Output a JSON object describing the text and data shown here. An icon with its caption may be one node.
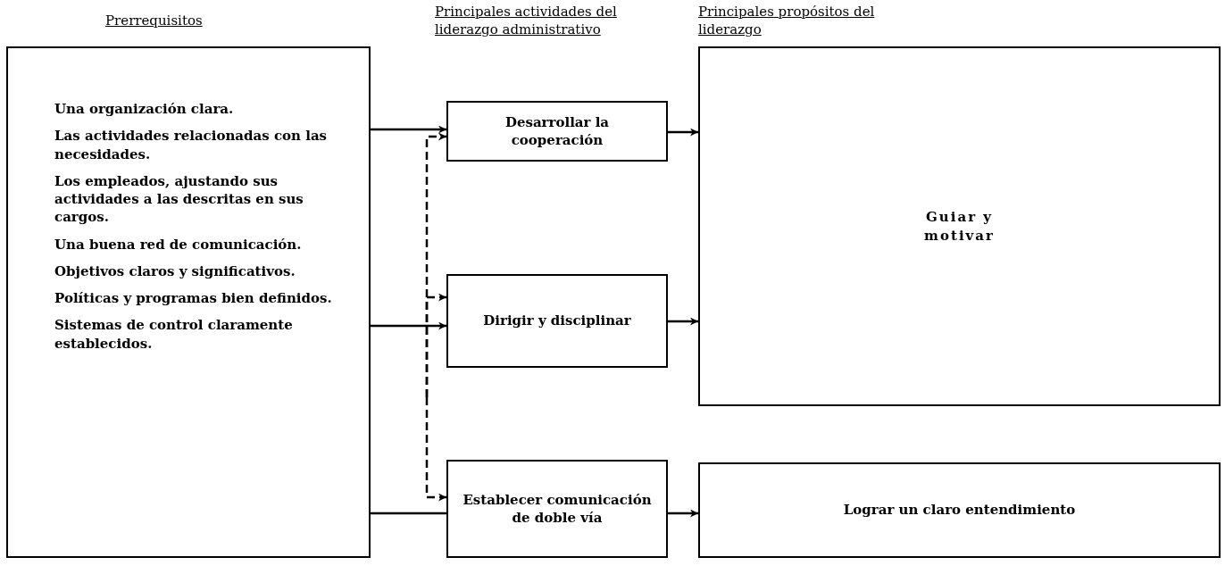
{
  "diagram": {
    "nodes": [
      {
        "text": [
          "Una organización clara.",
          "Las actividades relacionadas con las necesidades.",
          "Los empleados, ajustando sus actividades a las descritas en sus cargos.",
          "Una buena red de comunicación.",
          "Objetivos claros y significativos.",
          "Políticas y programas bien definidos.",
          "Sistemas de control claramente establecidos."
        ]
      },
      {
        "text": [
          "Desarrollar la cooperación"
        ]
      },
      {
        "text": [
          "Dirigir y disciplinar"
        ]
      },
      {
        "text": [
          "Establecer comunicación de doble vía"
        ]
      },
      {
        "text": [
          "Guiar y motivar"
        ]
      },
      {
        "text": [
          "Lograr un claro entendimiento"
        ]
      }
    ],
    "edges": [
      {
        "from": 0,
        "to": 1,
        "arrow": "to"
      },
      {
        "from": 0,
        "to": 2,
        "arrow": "to"
      },
      {
        "from": 0,
        "to": 3,
        "arrow": "none"
      },
      {
        "from": null,
        "to": 1,
        "arrow": "to",
        "style": "dashed"
      },
      {
        "from": null,
        "to": 2,
        "arrow": "to",
        "style": "dashed"
      },
      {
        "from": null,
        "to": 3,
        "arrow": "to",
        "style": "dashed"
      },
      {
        "from": 1,
        "to": 4,
        "arrow": "to"
      },
      {
        "from": 2,
        "to": 4,
        "arrow": "to"
      },
      {
        "from": 3,
        "to": 5,
        "arrow": "to"
      }
    ],
    "labels": [
      "Prerrequisitos",
      "Principales actividades del liderazgo administrativo",
      "Principales propósitos del liderazgo"
    ]
  }
}
